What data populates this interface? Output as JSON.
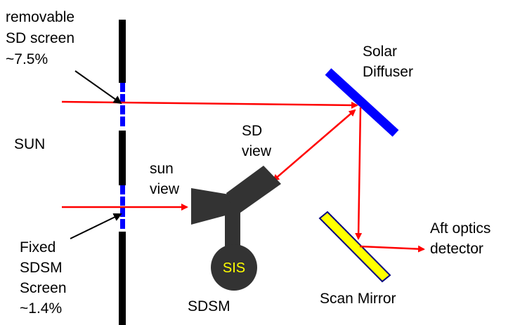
{
  "labels": {
    "removable_screen": [
      "removable",
      "SD screen",
      "~7.5%"
    ],
    "sun": "SUN",
    "solar_diffuser": [
      "Solar",
      "Diffuser"
    ],
    "sd_view": [
      "SD",
      "view"
    ],
    "sun_view": [
      "sun",
      "view"
    ],
    "fixed_screen": [
      "Fixed",
      "SDSM",
      "Screen",
      "~1.4%"
    ],
    "sis": "SIS",
    "sdsm": "SDSM",
    "scan_mirror": "Scan Mirror",
    "aft_optics": [
      "Aft optics",
      "detector"
    ]
  },
  "colors": {
    "light_path": "#ff0000",
    "screen_bar": "#000000",
    "screen_holes": "#0000ff",
    "solar_diffuser": "#0000ff",
    "scan_mirror_fill": "#ffff00",
    "scan_mirror_edge": "#000080",
    "sdsm_body": "#333333",
    "sis_text": "#ffff00"
  }
}
